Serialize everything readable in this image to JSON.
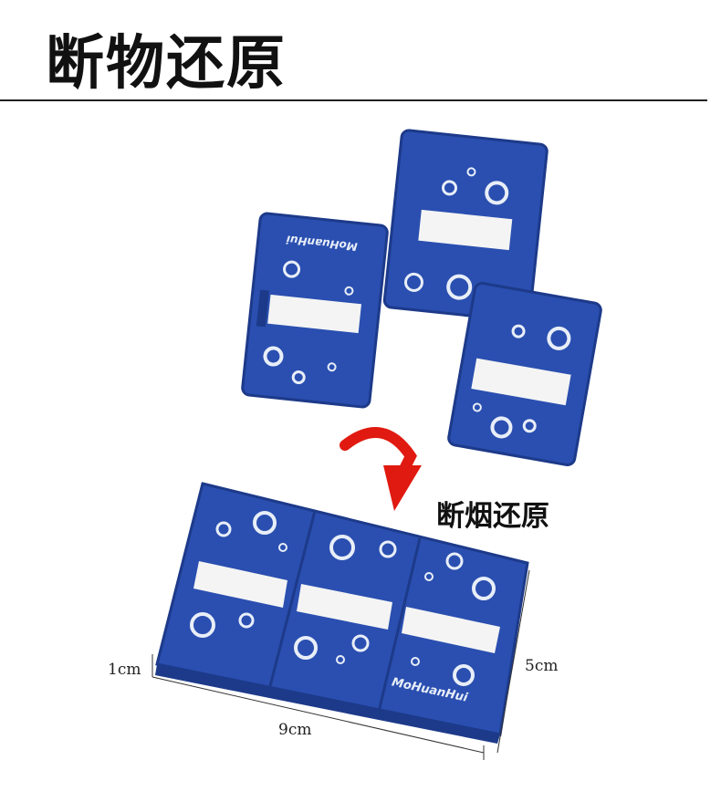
{
  "title": "断物还原",
  "caption": "断烟还原",
  "brand_logo": "MoHuanHui",
  "dimensions": {
    "thickness": "1cm",
    "height": "5cm",
    "width": "9cm"
  },
  "colors": {
    "body": "#2a4fb0",
    "dark": "#1d3a8a",
    "arrow": "#e01a10",
    "slot": "#f4f4f4"
  }
}
